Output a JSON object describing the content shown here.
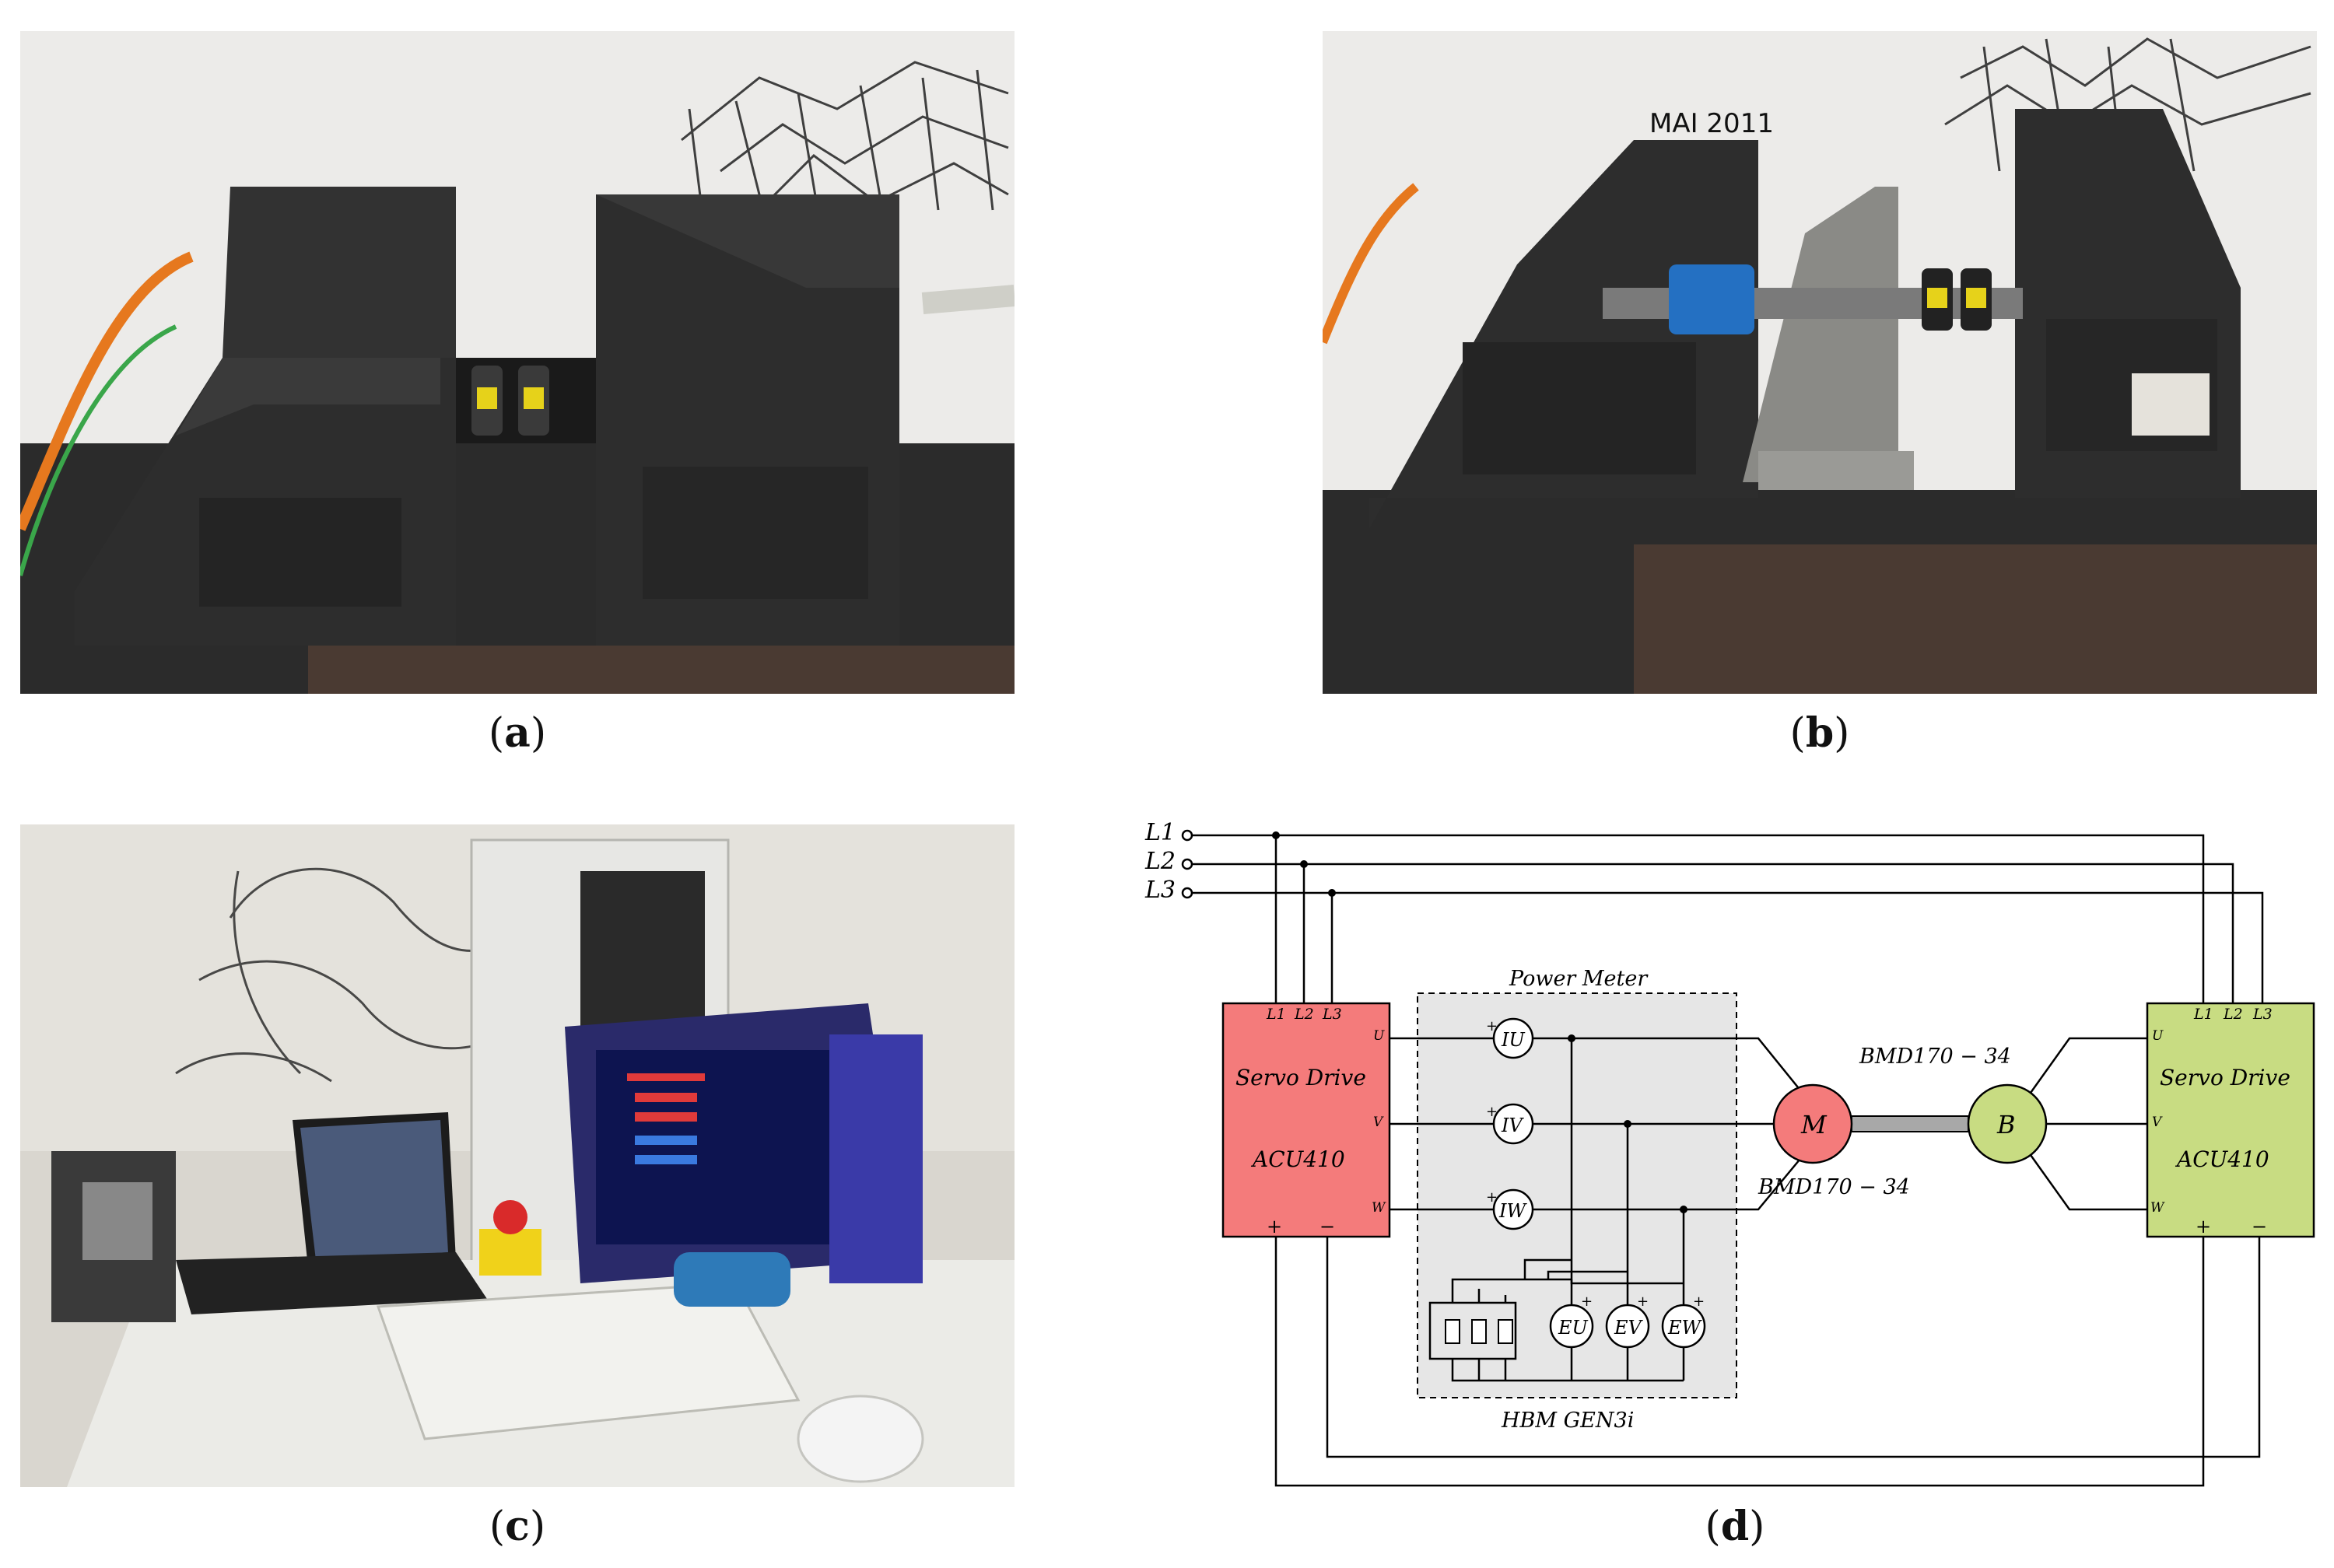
{
  "captions": {
    "a": "a",
    "b": "b",
    "c": "c",
    "d": "d"
  },
  "photo_b": {
    "wall_note": "MAI 2011"
  },
  "diagram": {
    "supply_lines": [
      "L1",
      "L2",
      "L3"
    ],
    "left_drive": {
      "title_line1": "Servo Drive",
      "title_line2": "ACU410",
      "phases": [
        "U",
        "V",
        "W"
      ],
      "dc_plus": "+",
      "dc_minus": "−",
      "inputs": [
        "L1",
        "L2",
        "L3"
      ]
    },
    "power_meter": {
      "title": "Power Meter",
      "model": "HBM GEN3i",
      "current_sensors": [
        "IU",
        "IV",
        "IW"
      ],
      "voltage_sensors": [
        "EU",
        "EV",
        "EW"
      ]
    },
    "motor": {
      "symbol": "M",
      "label": "BMD170 − 34"
    },
    "brake": {
      "symbol": "B",
      "label": "BMD170 − 34"
    },
    "right_drive": {
      "title_line1": "Servo Drive",
      "title_line2": "ACU410",
      "phases": [
        "U",
        "V",
        "W"
      ],
      "dc_plus": "+",
      "dc_minus": "−",
      "inputs": [
        "L1",
        "L2",
        "L3"
      ]
    },
    "colors": {
      "left_drive_fill": "#f47b7b",
      "right_drive_fill": "#c8dc82",
      "motor_fill": "#f47b7b",
      "brake_fill": "#c8dc82",
      "meter_fill": "#e6e6e6",
      "shaft": "#a8a8a8"
    }
  }
}
